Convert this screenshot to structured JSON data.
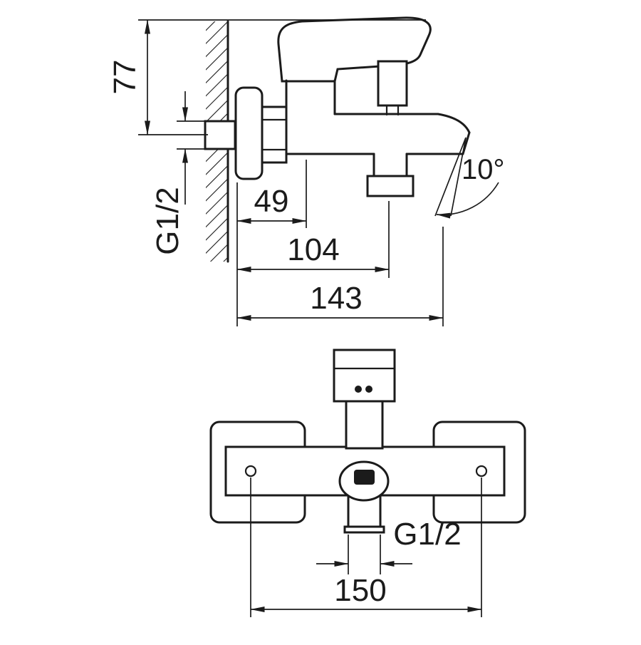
{
  "drawing": {
    "background": "#ffffff",
    "line_color": "#1b1b1b"
  },
  "side_view": {
    "dim_height": "77",
    "dim_thread": "G1/2",
    "dim_wall_to_cartridge": "49",
    "dim_wall_to_outlet": "104",
    "dim_total_depth": "143",
    "dim_spout_angle": "10°"
  },
  "front_view": {
    "dim_thread": "G1/2",
    "dim_hole_spacing": "150"
  }
}
